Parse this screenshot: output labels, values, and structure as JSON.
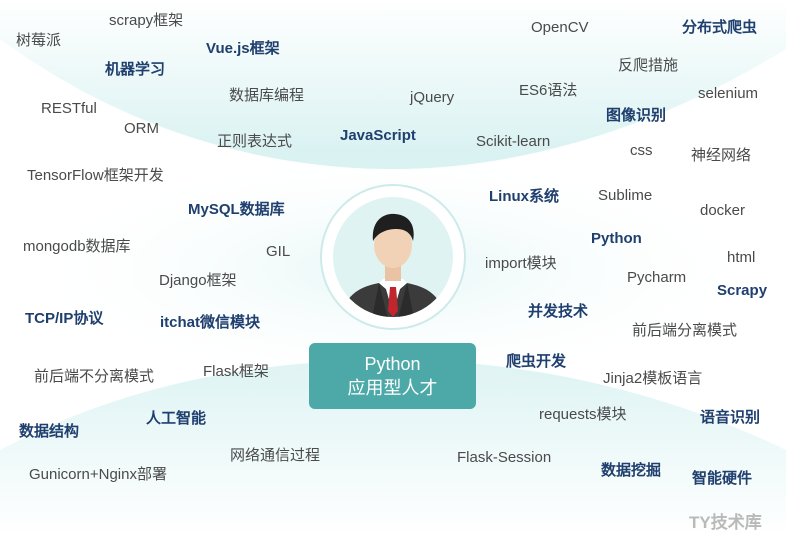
{
  "center": {
    "line1": "Python",
    "line2": "应用型人才"
  },
  "watermark": "TY技术库",
  "keywords": [
    {
      "id": "shumeipai",
      "text": "树莓派",
      "bold": false
    },
    {
      "id": "scrapy-framework",
      "text": "scrapy框架",
      "bold": false
    },
    {
      "id": "vuejs-framework",
      "text": "Vue.js框架",
      "bold": true
    },
    {
      "id": "machine-learning",
      "text": "机器学习",
      "bold": true
    },
    {
      "id": "opencv",
      "text": "OpenCV",
      "bold": false
    },
    {
      "id": "distributed-crawler",
      "text": "分布式爬虫",
      "bold": true
    },
    {
      "id": "anti-crawl",
      "text": "反爬措施",
      "bold": false
    },
    {
      "id": "restful",
      "text": "RESTful",
      "bold": false
    },
    {
      "id": "database-programming",
      "text": "数据库编程",
      "bold": false
    },
    {
      "id": "jquery",
      "text": "jQuery",
      "bold": false
    },
    {
      "id": "es6-syntax",
      "text": "ES6语法",
      "bold": false
    },
    {
      "id": "selenium",
      "text": "selenium",
      "bold": false
    },
    {
      "id": "image-recognition",
      "text": "图像识别",
      "bold": true
    },
    {
      "id": "orm",
      "text": "ORM",
      "bold": false
    },
    {
      "id": "regex",
      "text": "正则表达式",
      "bold": false
    },
    {
      "id": "javascript",
      "text": "JavaScript",
      "bold": true
    },
    {
      "id": "scikit-learn",
      "text": "Scikit-learn",
      "bold": false
    },
    {
      "id": "css",
      "text": "css",
      "bold": false
    },
    {
      "id": "neural-network",
      "text": "神经网络",
      "bold": false
    },
    {
      "id": "tensorflow",
      "text": "TensorFlow框架开发",
      "bold": false
    },
    {
      "id": "linux-system",
      "text": "Linux系统",
      "bold": true
    },
    {
      "id": "sublime",
      "text": "Sublime",
      "bold": false
    },
    {
      "id": "mysql-database",
      "text": "MySQL数据库",
      "bold": true
    },
    {
      "id": "docker",
      "text": "docker",
      "bold": false
    },
    {
      "id": "python",
      "text": "Python",
      "bold": true
    },
    {
      "id": "mongodb-database",
      "text": "mongodb数据库",
      "bold": false
    },
    {
      "id": "gil",
      "text": "GIL",
      "bold": false
    },
    {
      "id": "html",
      "text": "html",
      "bold": false
    },
    {
      "id": "import-module",
      "text": "import模块",
      "bold": false
    },
    {
      "id": "django-framework",
      "text": "Django框架",
      "bold": false
    },
    {
      "id": "pycharm",
      "text": "Pycharm",
      "bold": false
    },
    {
      "id": "scrapy",
      "text": "Scrapy",
      "bold": true
    },
    {
      "id": "tcpip-protocol",
      "text": "TCP/IP协议",
      "bold": true
    },
    {
      "id": "itchat-module",
      "text": "itchat微信模块",
      "bold": true
    },
    {
      "id": "concurrency",
      "text": "并发技术",
      "bold": true
    },
    {
      "id": "frontend-backend-separated",
      "text": "前后端分离模式",
      "bold": false
    },
    {
      "id": "crawler-dev",
      "text": "爬虫开发",
      "bold": true
    },
    {
      "id": "frontend-backend-not-separated",
      "text": "前后端不分离模式",
      "bold": false
    },
    {
      "id": "flask-framework",
      "text": "Flask框架",
      "bold": false
    },
    {
      "id": "jinja2",
      "text": "Jinja2模板语言",
      "bold": false
    },
    {
      "id": "requests-module",
      "text": "requests模块",
      "bold": false
    },
    {
      "id": "ai",
      "text": "人工智能",
      "bold": true
    },
    {
      "id": "speech-recognition",
      "text": "语音识别",
      "bold": true
    },
    {
      "id": "data-structures",
      "text": "数据结构",
      "bold": true
    },
    {
      "id": "network-communication",
      "text": "网络通信过程",
      "bold": false
    },
    {
      "id": "flask-session",
      "text": "Flask-Session",
      "bold": false
    },
    {
      "id": "data-mining",
      "text": "数据挖掘",
      "bold": true
    },
    {
      "id": "gunicorn-nginx",
      "text": "Gunicorn+Nginx部署",
      "bold": false
    },
    {
      "id": "smart-hardware",
      "text": "智能硬件",
      "bold": true
    }
  ]
}
